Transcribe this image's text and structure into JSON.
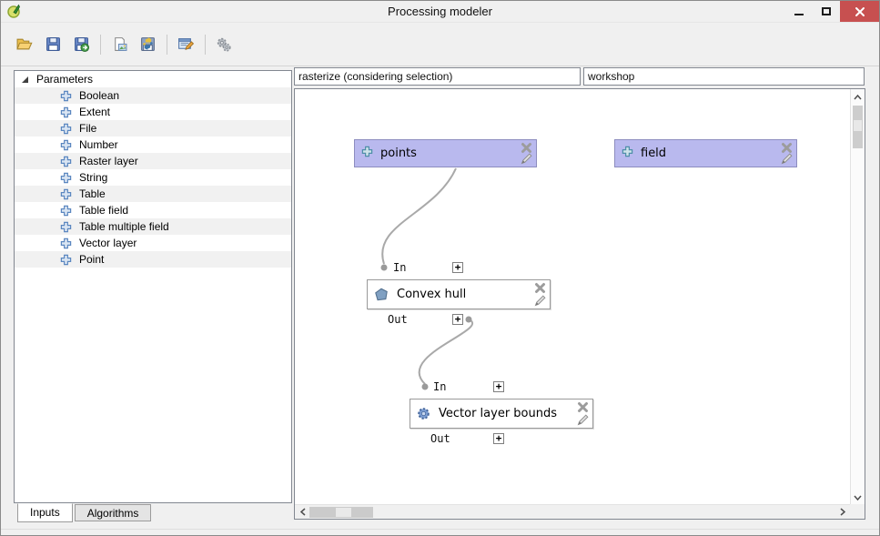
{
  "window": {
    "title": "Processing modeler"
  },
  "toolbar": {
    "buttons": [
      {
        "name": "open-model",
        "icon": "folder-open-icon"
      },
      {
        "name": "save-model",
        "icon": "save-icon"
      },
      {
        "name": "save-model-as",
        "icon": "save-as-icon"
      },
      {
        "name": "export-as-image",
        "icon": "export-image-icon"
      },
      {
        "name": "export-as-python",
        "icon": "python-script-icon"
      },
      {
        "name": "edit-model-help",
        "icon": "edit-help-icon"
      },
      {
        "name": "run-model",
        "icon": "run-gears-icon"
      }
    ]
  },
  "sidebar": {
    "root_label": "Parameters",
    "items": [
      "Boolean",
      "Extent",
      "File",
      "Number",
      "Raster layer",
      "String",
      "Table",
      "Table field",
      "Table multiple field",
      "Vector layer",
      "Point"
    ],
    "tabs": [
      {
        "label": "Inputs",
        "active": true
      },
      {
        "label": "Algorithms",
        "active": false
      }
    ]
  },
  "model": {
    "name_value": "rasterize (considering selection)",
    "group_value": "workshop"
  },
  "canvas": {
    "points_node": {
      "label": "points"
    },
    "field_node": {
      "label": "field"
    },
    "convex_hull_node": {
      "label": "Convex hull",
      "in_label": "In",
      "out_label": "Out"
    },
    "vector_bounds_node": {
      "label": "Vector layer bounds",
      "in_label": "In",
      "out_label": "Out"
    },
    "expand_glyph": "+"
  },
  "colors": {
    "param_node_bg": "#b9b9ee",
    "close_button": "#c75050",
    "connection": "#a9a9a9",
    "plus_icon_blue": "#5b87c0",
    "plus_icon_teal": "#4e8fa8"
  }
}
